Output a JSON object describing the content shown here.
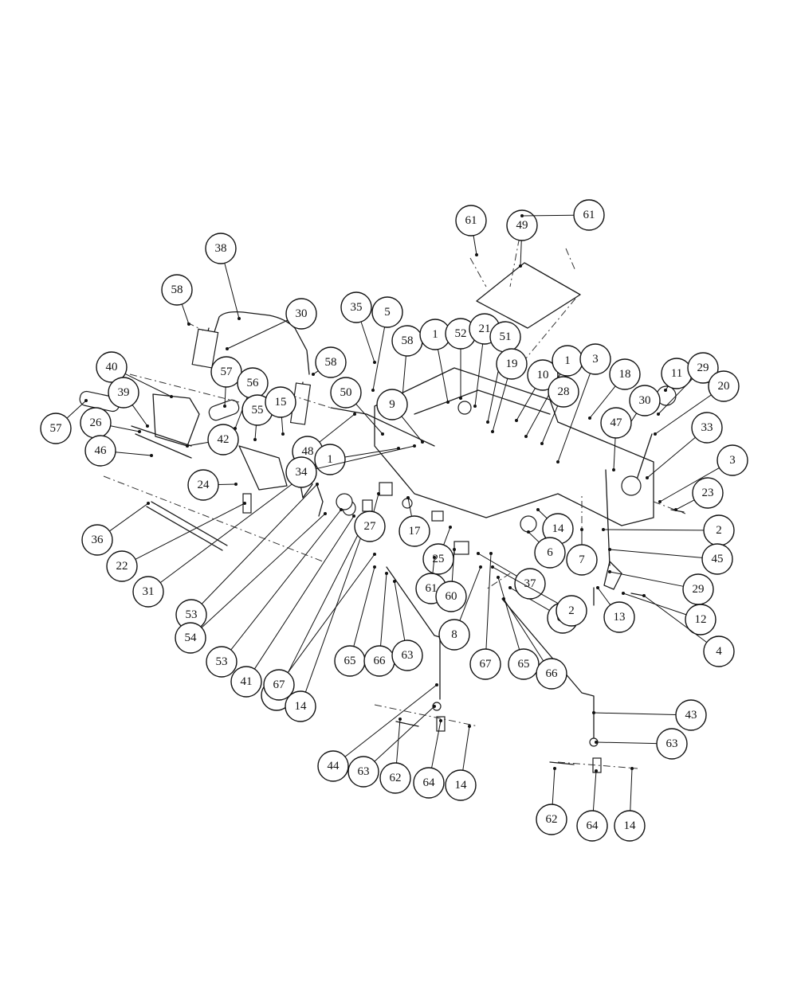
{
  "diagram": {
    "callouts": [
      {
        "label": "38"
      },
      {
        "label": "58"
      },
      {
        "label": "30"
      },
      {
        "label": "40"
      },
      {
        "label": "57"
      },
      {
        "label": "39"
      },
      {
        "label": "56"
      },
      {
        "label": "57"
      },
      {
        "label": "26"
      },
      {
        "label": "46"
      },
      {
        "label": "55"
      },
      {
        "label": "15"
      },
      {
        "label": "42"
      },
      {
        "label": "24"
      },
      {
        "label": "36"
      },
      {
        "label": "22"
      },
      {
        "label": "31"
      },
      {
        "label": "53"
      },
      {
        "label": "54"
      },
      {
        "label": "53"
      },
      {
        "label": "41"
      },
      {
        "label": "31"
      },
      {
        "label": "14"
      },
      {
        "label": "67"
      },
      {
        "label": "65"
      },
      {
        "label": "66"
      },
      {
        "label": "63"
      },
      {
        "label": "44"
      },
      {
        "label": "63"
      },
      {
        "label": "62"
      },
      {
        "label": "64"
      },
      {
        "label": "14"
      },
      {
        "label": "35"
      },
      {
        "label": "5"
      },
      {
        "label": "58"
      },
      {
        "label": "58"
      },
      {
        "label": "50"
      },
      {
        "label": "9"
      },
      {
        "label": "48"
      },
      {
        "label": "1"
      },
      {
        "label": "34"
      },
      {
        "label": "27"
      },
      {
        "label": "17"
      },
      {
        "label": "25"
      },
      {
        "label": "61"
      },
      {
        "label": "60"
      },
      {
        "label": "8"
      },
      {
        "label": "67"
      },
      {
        "label": "65"
      },
      {
        "label": "66"
      },
      {
        "label": "63"
      },
      {
        "label": "37"
      },
      {
        "label": "2"
      },
      {
        "label": "1"
      },
      {
        "label": "52"
      },
      {
        "label": "21"
      },
      {
        "label": "51"
      },
      {
        "label": "19"
      },
      {
        "label": "10"
      },
      {
        "label": "1"
      },
      {
        "label": "28"
      },
      {
        "label": "3"
      },
      {
        "label": "18"
      },
      {
        "label": "14"
      },
      {
        "label": "6"
      },
      {
        "label": "7"
      },
      {
        "label": "61"
      },
      {
        "label": "49"
      },
      {
        "label": "61"
      },
      {
        "label": "11"
      },
      {
        "label": "29"
      },
      {
        "label": "20"
      },
      {
        "label": "30"
      },
      {
        "label": "47"
      },
      {
        "label": "33"
      },
      {
        "label": "3"
      },
      {
        "label": "23"
      },
      {
        "label": "2"
      },
      {
        "label": "45"
      },
      {
        "label": "29"
      },
      {
        "label": "12"
      },
      {
        "label": "13"
      },
      {
        "label": "4"
      },
      {
        "label": "43"
      },
      {
        "label": "63"
      },
      {
        "label": "62"
      },
      {
        "label": "64"
      },
      {
        "label": "14"
      }
    ]
  }
}
